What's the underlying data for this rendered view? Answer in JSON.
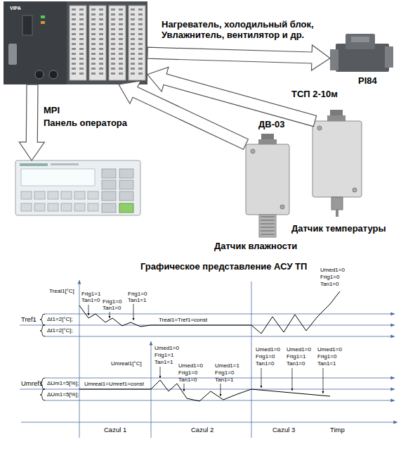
{
  "diagram": {
    "title": "Графическое представление АСУ ТП",
    "nodes": [
      {
        "text": [
          "VIPA"
        ]
      },
      {
        "text": [
          "PI84"
        ]
      },
      {
        "text": [
          "Панель оператора"
        ]
      },
      {
        "text": [
          "ДВ-03",
          "Датчик влажности"
        ]
      },
      {
        "text": [
          "ТСП 2-10м",
          "Датчик температуры"
        ]
      }
    ],
    "edges": [
      {
        "from": 0,
        "to": 1,
        "arrow": "to",
        "label": "Нагреватель, холодильный блок, Увлажнитель, вентилятор и др."
      },
      {
        "from": 0,
        "to": 2,
        "arrow": "to",
        "label": "MPI"
      },
      {
        "from": 3,
        "to": 0,
        "arrow": "to"
      },
      {
        "from": 4,
        "to": 0,
        "arrow": "to"
      }
    ],
    "labels": [
      "Treal1[°C]",
      "Umed1=0",
      "Frig1=0",
      "Tan1=0",
      "Frig1=1",
      "Tan1=0",
      "Frig1=0",
      "Tan1=0",
      "Frig1=0",
      "Tan1=1",
      "Tref1",
      "Treal1=Tref1=const",
      "Δt1=2[°C];",
      "Δt1=2[°C];",
      "Umed1=0",
      "Frig1=1",
      "Tan1=1",
      "Umreal1[°C]",
      "Umed1=0",
      "Frig1=0",
      "Tan1=0",
      "Umed1=0",
      "Frig1=1",
      "Tan1=0",
      "Umed1=0",
      "Frig1=0",
      "Tan1=1",
      "Umed1=0",
      "Frig1=0",
      "Tan1=0",
      "Umed1=1",
      "Frig1=0",
      "Tan1=1",
      "Umreal1=Umref1=const",
      "Umref1",
      "ΔUm1=5[%];",
      "ΔUm1=5[%];",
      "Cazul 1",
      "Cazul 2",
      "Cazul 3",
      "Timp"
    ]
  }
}
